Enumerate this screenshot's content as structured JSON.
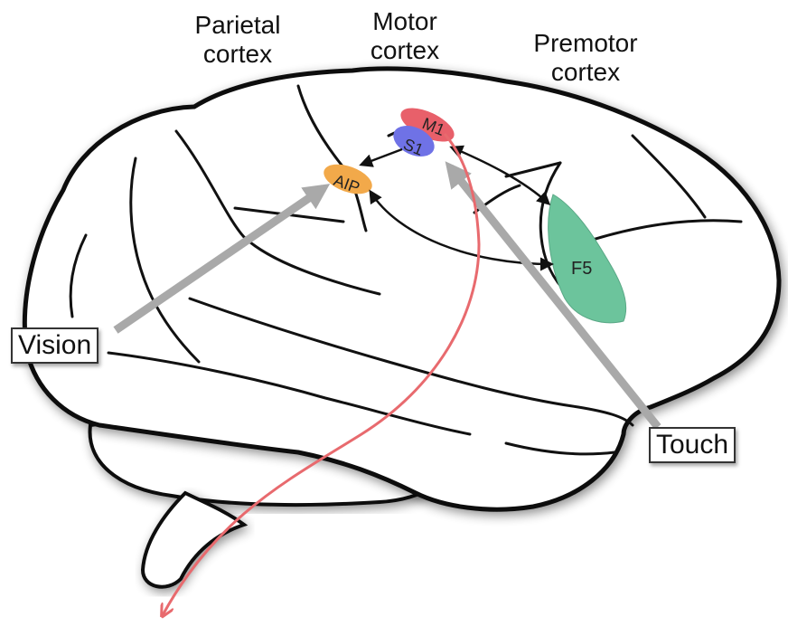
{
  "labels": {
    "parietal": "Parietal\ncortex",
    "motor": "Motor\ncortex",
    "premotor": "Premotor\ncortex",
    "vision": "Vision",
    "touch": "Touch"
  },
  "regions": {
    "aip": "AIP",
    "m1": "M1",
    "s1": "S1",
    "f5": "F5"
  },
  "colors": {
    "aip": "#f2a94a",
    "m1": "#e8606a",
    "s1": "#6f72e6",
    "f5": "#6cc49c",
    "spinal_projection": "#e86a6e",
    "sensory_arrow": "#a9a9a9",
    "outline": "#111111"
  }
}
